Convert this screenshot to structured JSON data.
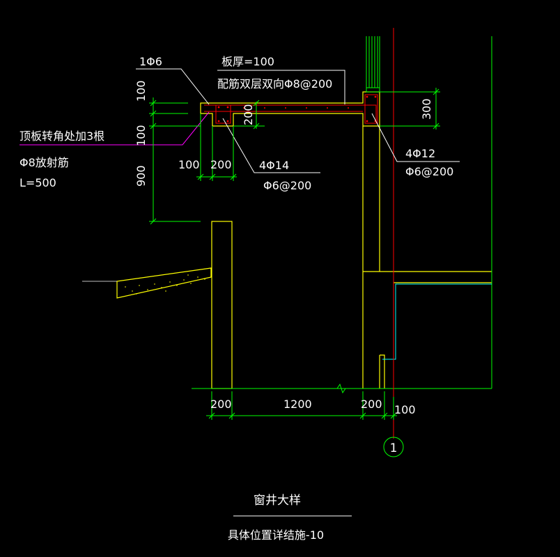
{
  "colors": {
    "background": "#000000",
    "annotation_text": "#ffffff",
    "dimension": "#00ff00",
    "concrete_outline": "#ffff00",
    "axis_line": "#ff0000",
    "rebar": "#ff0000",
    "leader_magenta": "#ff00ff",
    "waterproof": "#00ffff"
  },
  "labels": {
    "top_bar": "1Φ6",
    "slab_thickness": "板厚=100",
    "slab_reinforcement": "配筋双层双向Φ8@200",
    "corner_note_1": "顶板转角处加3根",
    "corner_note_2": "Φ8放射筋",
    "corner_note_3": "L=500",
    "beam_left_main": "4Φ14",
    "beam_left_stirrup": "Φ6@200",
    "beam_right_main": "4Φ12",
    "beam_right_stirrup": "Φ6@200",
    "axis_number": "1",
    "drawing_title": "窗井大样",
    "drawing_subtitle": "具体位置详结施-10"
  },
  "dimensions": {
    "left_100": "100",
    "left_100b": "100",
    "left_900": "900",
    "beam_height_200": "200",
    "under_100": "100",
    "under_200": "200",
    "right_300": "300",
    "bottom_200a": "200",
    "bottom_1200": "1200",
    "bottom_200b": "200",
    "bottom_100": "100"
  }
}
